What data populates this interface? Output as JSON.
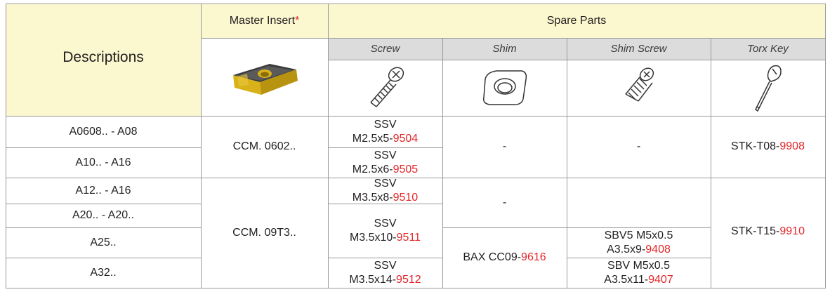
{
  "header": {
    "descriptions": "Descriptions",
    "master_insert": "Master Insert",
    "master_insert_mark": "*",
    "spare_parts": "Spare Parts"
  },
  "subheaders": {
    "screw": "Screw",
    "shim": "Shim",
    "shim_screw": "Shim Screw",
    "torx_key": "Torx Key"
  },
  "colors": {
    "header_bg": "#fbf7cf",
    "subheader_bg": "#dcdcdc",
    "grid": "#9a9a9a",
    "part_code": "#e3262a",
    "insert_gold": "#d9b21a"
  },
  "icons": {
    "insert": "ccmt-insert-image",
    "screw": "screw-icon",
    "shim": "shim-icon",
    "shim_screw": "shim-screw-icon",
    "torx_key": "torx-key-icon"
  },
  "rows": {
    "r1": "A0608.. - A08",
    "r2": "A10.. - A16",
    "r3": "A12.. - A16",
    "r4": "A20.. - A20..",
    "r5": "A25..",
    "r6": "A32.."
  },
  "inserts": {
    "g1": "CCM. 0602..",
    "g2": "CCM. 09T3.."
  },
  "screws": {
    "s1": {
      "line1": "SSV",
      "prefix": "M2.5x5-",
      "code": "9504"
    },
    "s2": {
      "line1": "SSV",
      "prefix": "M2.5x6-",
      "code": "9505"
    },
    "s3": {
      "line1": "SSV",
      "prefix": "M3.5x8-",
      "code": "9510"
    },
    "s4": {
      "line1": "SSV",
      "prefix": "M3.5x10-",
      "code": "9511"
    },
    "s5": {
      "line1": "SSV",
      "prefix": "M3.5x14-",
      "code": "9512"
    }
  },
  "shims": {
    "g1": "-",
    "g2a": "-",
    "g2b": {
      "prefix": "BAX CC09-",
      "code": "9616"
    }
  },
  "shim_screws": {
    "g1": "-",
    "a": {
      "line1": "SBV5 M5x0.5",
      "prefix": "A3.5x9-",
      "code": "9408"
    },
    "b": {
      "line1": "SBV M5x0.5",
      "prefix": "A3.5x11-",
      "code": "9407"
    }
  },
  "torx_keys": {
    "g1": {
      "prefix": "STK-T08-",
      "code": "9908"
    },
    "g2": {
      "prefix": "STK-T15-",
      "code": "9910"
    }
  }
}
